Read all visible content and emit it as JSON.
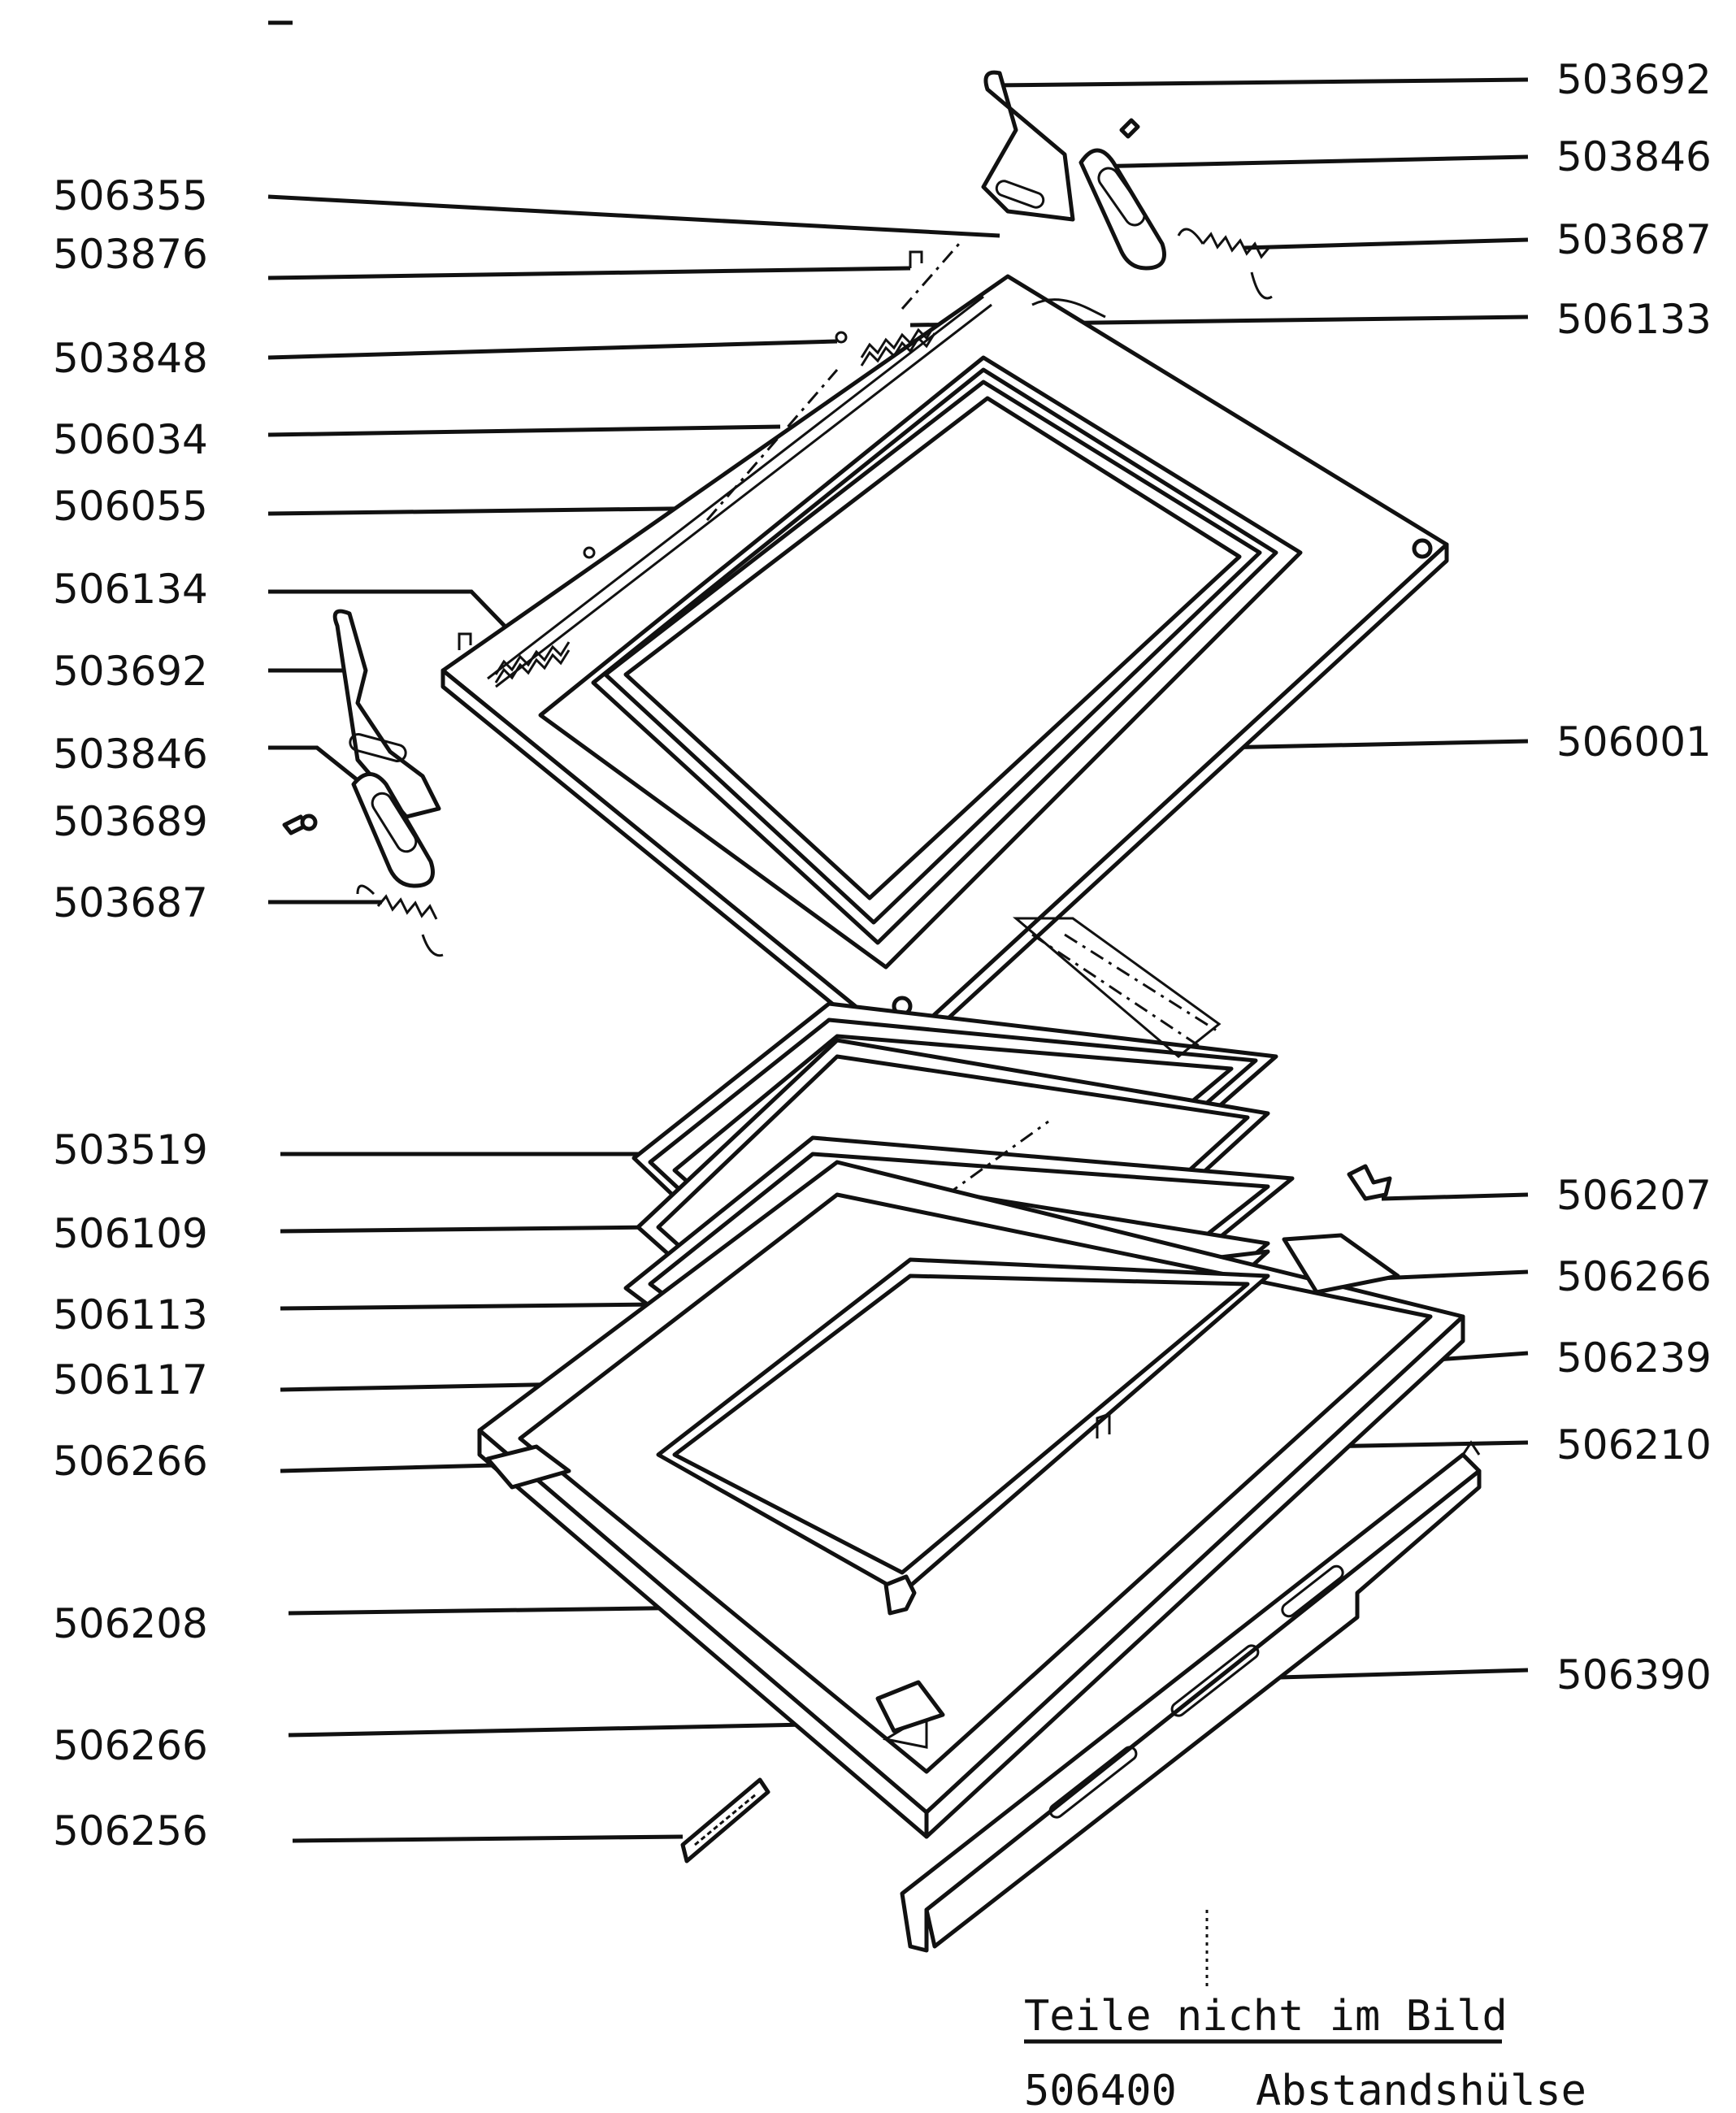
{
  "left_labels": [
    {
      "id": "l1",
      "text": "506355"
    },
    {
      "id": "l2",
      "text": "503876"
    },
    {
      "id": "l3",
      "text": "503848"
    },
    {
      "id": "l4",
      "text": "506034"
    },
    {
      "id": "l5",
      "text": "506055"
    },
    {
      "id": "l6",
      "text": "506134"
    },
    {
      "id": "l7",
      "text": "503692"
    },
    {
      "id": "l8",
      "text": "503846"
    },
    {
      "id": "l9",
      "text": "503689"
    },
    {
      "id": "l10",
      "text": "503687"
    },
    {
      "id": "l11",
      "text": "503519"
    },
    {
      "id": "l12",
      "text": "506109"
    },
    {
      "id": "l13",
      "text": "506113"
    },
    {
      "id": "l14",
      "text": "506117"
    },
    {
      "id": "l15",
      "text": "506266"
    },
    {
      "id": "l16",
      "text": "506208"
    },
    {
      "id": "l17",
      "text": "506266"
    },
    {
      "id": "l18",
      "text": "506256"
    }
  ],
  "right_labels": [
    {
      "id": "r1",
      "text": "503692"
    },
    {
      "id": "r2",
      "text": "503846"
    },
    {
      "id": "r3",
      "text": "503687"
    },
    {
      "id": "r4",
      "text": "506133"
    },
    {
      "id": "r5",
      "text": "506001"
    },
    {
      "id": "r6",
      "text": "506207"
    },
    {
      "id": "r7",
      "text": "506266"
    },
    {
      "id": "r8",
      "text": "506239"
    },
    {
      "id": "r9",
      "text": "506210"
    },
    {
      "id": "r10",
      "text": "506390"
    }
  ],
  "footer": {
    "heading": "Teile nicht im Bild",
    "part_number": "506400",
    "part_name": "Abstandshülse"
  }
}
